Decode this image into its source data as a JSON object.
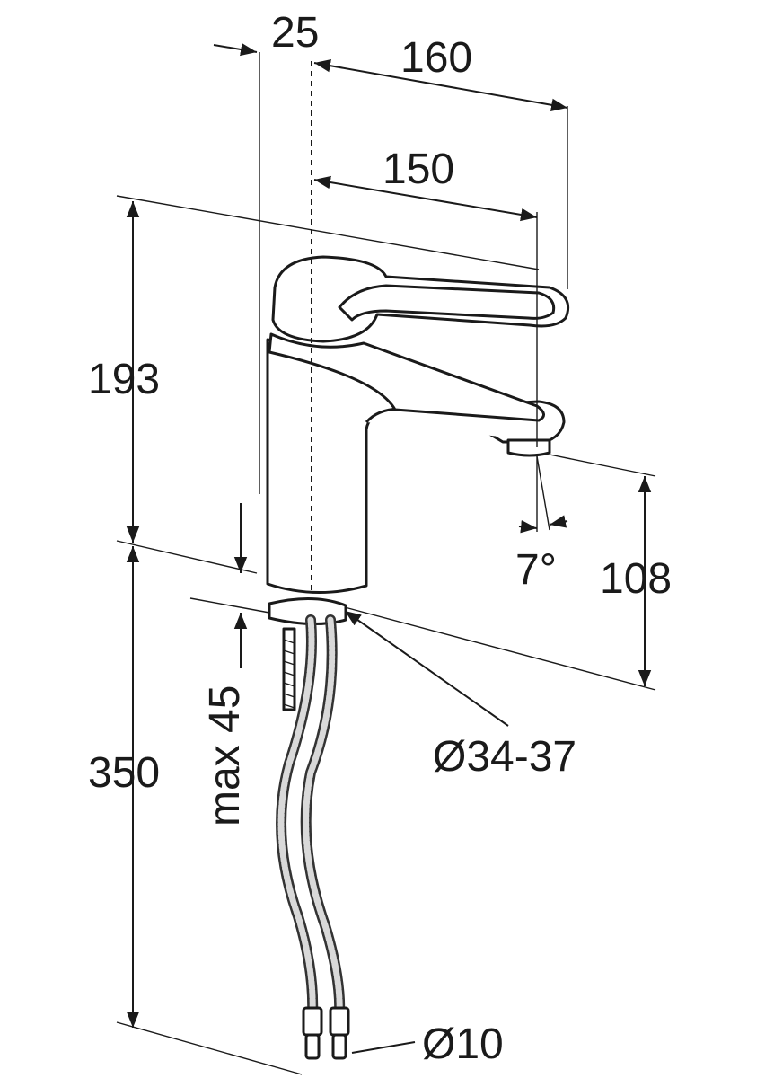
{
  "dimensions": {
    "offset_25": "25",
    "reach_160": "160",
    "reach_150": "150",
    "height_193": "193",
    "angle_7": "7°",
    "height_108": "108",
    "max_45": "max 45",
    "hole_diameter": "Ø34-37",
    "hose_length": "350",
    "hose_diameter": "Ø10"
  }
}
